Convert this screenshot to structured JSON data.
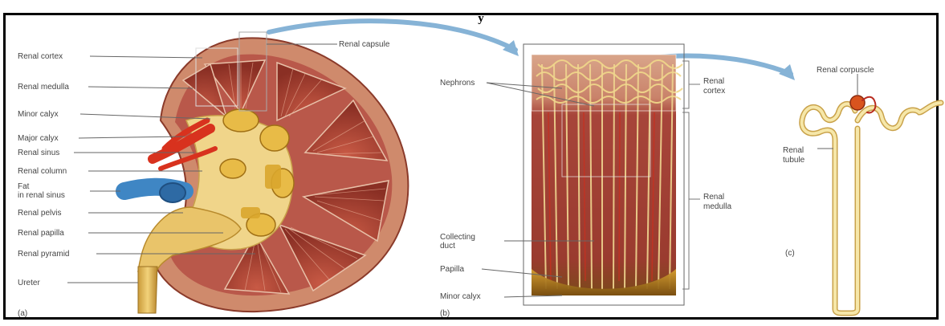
{
  "figure_title": "y",
  "colors": {
    "cortex": "#c97a5e",
    "medulla": "#9b3a2a",
    "pyramid": "#a3443a",
    "fat": "#f0d58a",
    "vein": "#4a8ec9",
    "artery": "#d8321e",
    "ureter": "#e9c46a",
    "arrow": "#86b3d6",
    "tubule": "#f6e7a9",
    "label_text": "#444444",
    "leader": "#555555"
  },
  "panel_a": {
    "labels": [
      "Renal cortex",
      "Renal medulla",
      "Minor calyx",
      "Major calyx",
      "Renal sinus",
      "Renal column",
      "Fat",
      "in renal sinus",
      "Renal pelvis",
      "Renal papilla",
      "Renal pyramid",
      "Ureter"
    ],
    "capsule_label": "Renal capsule",
    "panel_letter": "(a)"
  },
  "panel_b": {
    "left_labels": [
      "Nephrons",
      "Collecting",
      "duct",
      "Papilla",
      "Minor calyx"
    ],
    "right_labels": [
      "Renal",
      "cortex",
      "Renal",
      "medulla"
    ],
    "panel_letter": "(b)"
  },
  "panel_c": {
    "corpuscle_label": "Renal corpuscle",
    "tubule_label": [
      "Renal",
      "tubule"
    ],
    "panel_letter": "(c)"
  }
}
